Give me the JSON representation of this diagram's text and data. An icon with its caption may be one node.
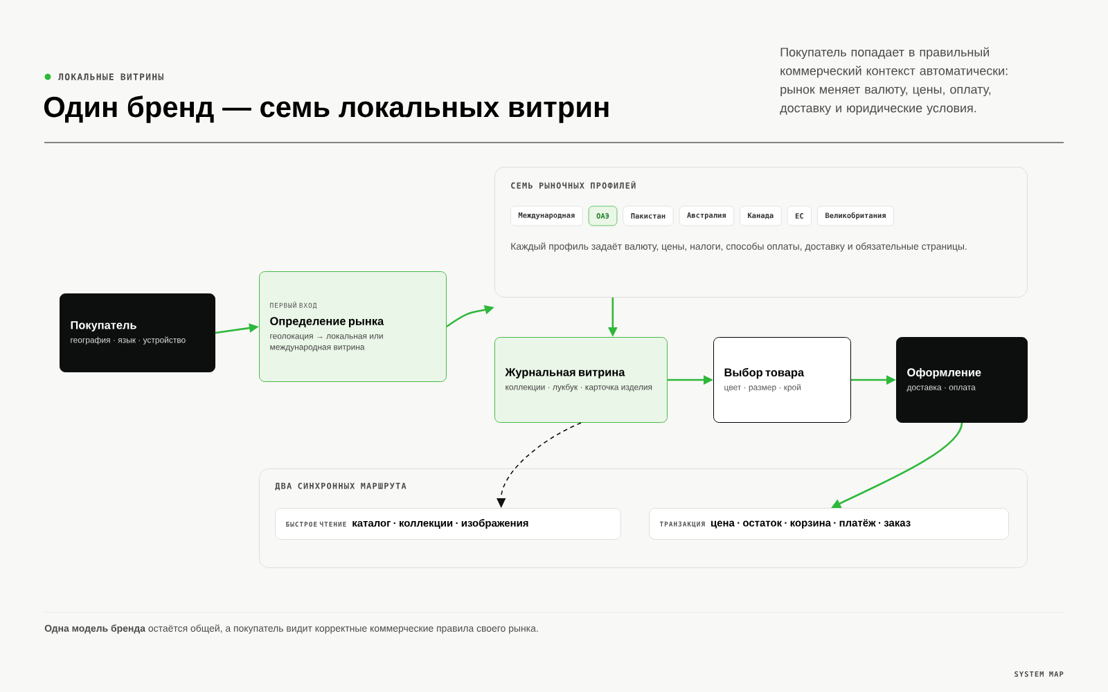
{
  "diagram": {
    "title": "Один бренд — семь локальных витрин",
    "caption": "**Одна модель бренда** остаётся общей, а покупатель видит корректные коммерческие правила своего рынка.",
    "nodes": [
      {
        "text": [
          "Покупатель",
          "география · язык · устройство"
        ]
      },
      {
        "text": [
          "ПЕРВЫЙ ВХОД",
          "Определение рынка",
          "геолокация → локальная или международная витрина"
        ]
      },
      {
        "text": [
          "СЕМЬ РЫНОЧНЫХ ПРОФИЛЕЙ",
          "Каждый профиль задаёт валюту, цены, налоги, способы оплаты, доставку и обязательные страницы."
        ]
      },
      {
        "text": [
          "Международная"
        ],
        "in": 2
      },
      {
        "text": [
          "ОАЭ"
        ],
        "in": 2
      },
      {
        "text": [
          "Пакистан"
        ],
        "in": 2
      },
      {
        "text": [
          "Австралия"
        ],
        "in": 2
      },
      {
        "text": [
          "Канада"
        ],
        "in": 2
      },
      {
        "text": [
          "ЕС"
        ],
        "in": 2
      },
      {
        "text": [
          "Великобритания"
        ],
        "in": 2
      },
      {
        "text": [
          "Журнальная витрина",
          "коллекции · лукбук · карточка изделия"
        ]
      },
      {
        "text": [
          "Выбор товара",
          "цвет · размер · крой"
        ]
      },
      {
        "text": [
          "Оформление",
          "доставка · оплата"
        ]
      },
      {
        "text": [
          "ДВА СИНХРОННЫХ МАРШРУТА"
        ]
      },
      {
        "text": [
          "БЫСТРОЕ ЧТЕНИЕ",
          "каталог · коллекции · изображения"
        ],
        "in": 13
      },
      {
        "text": [
          "ТРАНЗАКЦИЯ",
          "цена · остаток · корзина · платёж · заказ"
        ],
        "in": 13
      }
    ],
    "edges": [
      {
        "from": 0,
        "to": 1,
        "arrow": "to"
      },
      {
        "from": 1,
        "to": 2,
        "arrow": "to"
      },
      {
        "from": 2,
        "to": 10,
        "arrow": "to"
      },
      {
        "from": 10,
        "to": 11,
        "arrow": "to"
      },
      {
        "from": 11,
        "to": 12,
        "arrow": "to"
      },
      {
        "from": 10,
        "to": 14,
        "arrow": "to",
        "style": "dashed",
        "color": "#111111"
      },
      {
        "from": 12,
        "to": 15,
        "arrow": "to"
      }
    ],
    "labels": [
      "ЛОКАЛЬНЫЕ ВИТРИНЫ",
      "Покупатель попадает в правильный коммерческий контекст автоматически: рынок меняет валюту, цены, оплату, доставку и юридические условия.",
      "SYSTEM MAP"
    ]
  }
}
